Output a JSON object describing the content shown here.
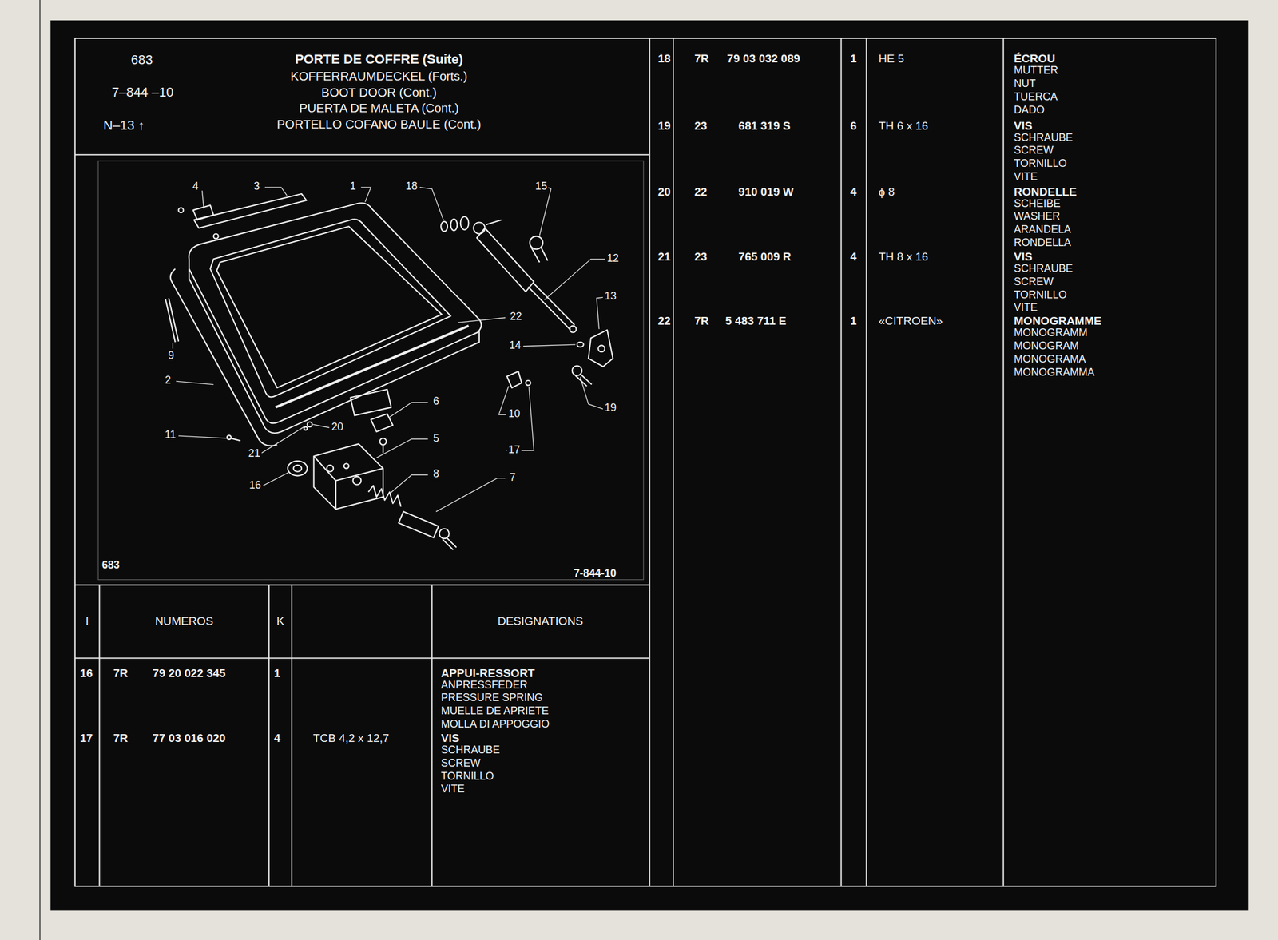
{
  "diagram": {
    "nodes": [
      {
        "text": [
          "683",
          "7–844 –10",
          "N–13 ↑",
          "PORTE DE COFFRE (Suite)",
          "KOFFERRAUMDECKEL (Forts.)",
          "BOOT DOOR (Cont.)",
          "PUERTA DE MALETA (Cont.)",
          "PORTELLO COFANO BAULE (Cont.)"
        ]
      },
      {
        "text": [
          "683",
          "7-844-10"
        ]
      }
    ],
    "labels": [
      "I",
      "NUMEROS",
      "K",
      "DESIGNATIONS",
      "16",
      "7R",
      "79 20 022 345",
      "1",
      "APPUI-RESSORT",
      "ANPRESSFEDER",
      "PRESSURE SPRING",
      "MUELLE DE APRIETE",
      "MOLLA DI APPOGGIO",
      "17",
      "7R",
      "77 03 016 020",
      "4",
      "TCB 4,2 x 12,7",
      "VIS",
      "SCHRAUBE",
      "SCREW",
      "TORNILLO",
      "VITE",
      "18",
      "7R",
      "79 03 032 089",
      "1",
      "HE 5",
      "ÉCROU",
      "MUTTER",
      "NUT",
      "TUERCA",
      "DADO",
      "19",
      "23",
      "681 319 S",
      "6",
      "TH 6 x 16",
      "VIS",
      "SCHRAUBE",
      "SCREW",
      "TORNILLO",
      "VITE",
      "20",
      "22",
      "910 019 W",
      "4",
      "ϕ 8",
      "RONDELLE",
      "SCHEIBE",
      "WASHER",
      "ARANDELA",
      "RONDELLA",
      "21",
      "23",
      "765 009 R",
      "4",
      "TH 8 x 16",
      "VIS",
      "SCHRAUBE",
      "SCREW",
      "TORNILLO",
      "VITE",
      "22",
      "7R",
      "5 483 711 E",
      "1",
      "«CITROEN»",
      "MONOGRAMME",
      "MONOGRAMM",
      "MONOGRAM",
      "MONOGRAMA",
      "MONOGRAMMA",
      "4",
      "3",
      "1",
      "18",
      "15",
      "12",
      "13",
      "22",
      "14",
      "9",
      "2",
      "6",
      "10",
      "19",
      "11",
      "20",
      "5",
      "21",
      "17",
      "16",
      "8",
      "7"
    ]
  }
}
